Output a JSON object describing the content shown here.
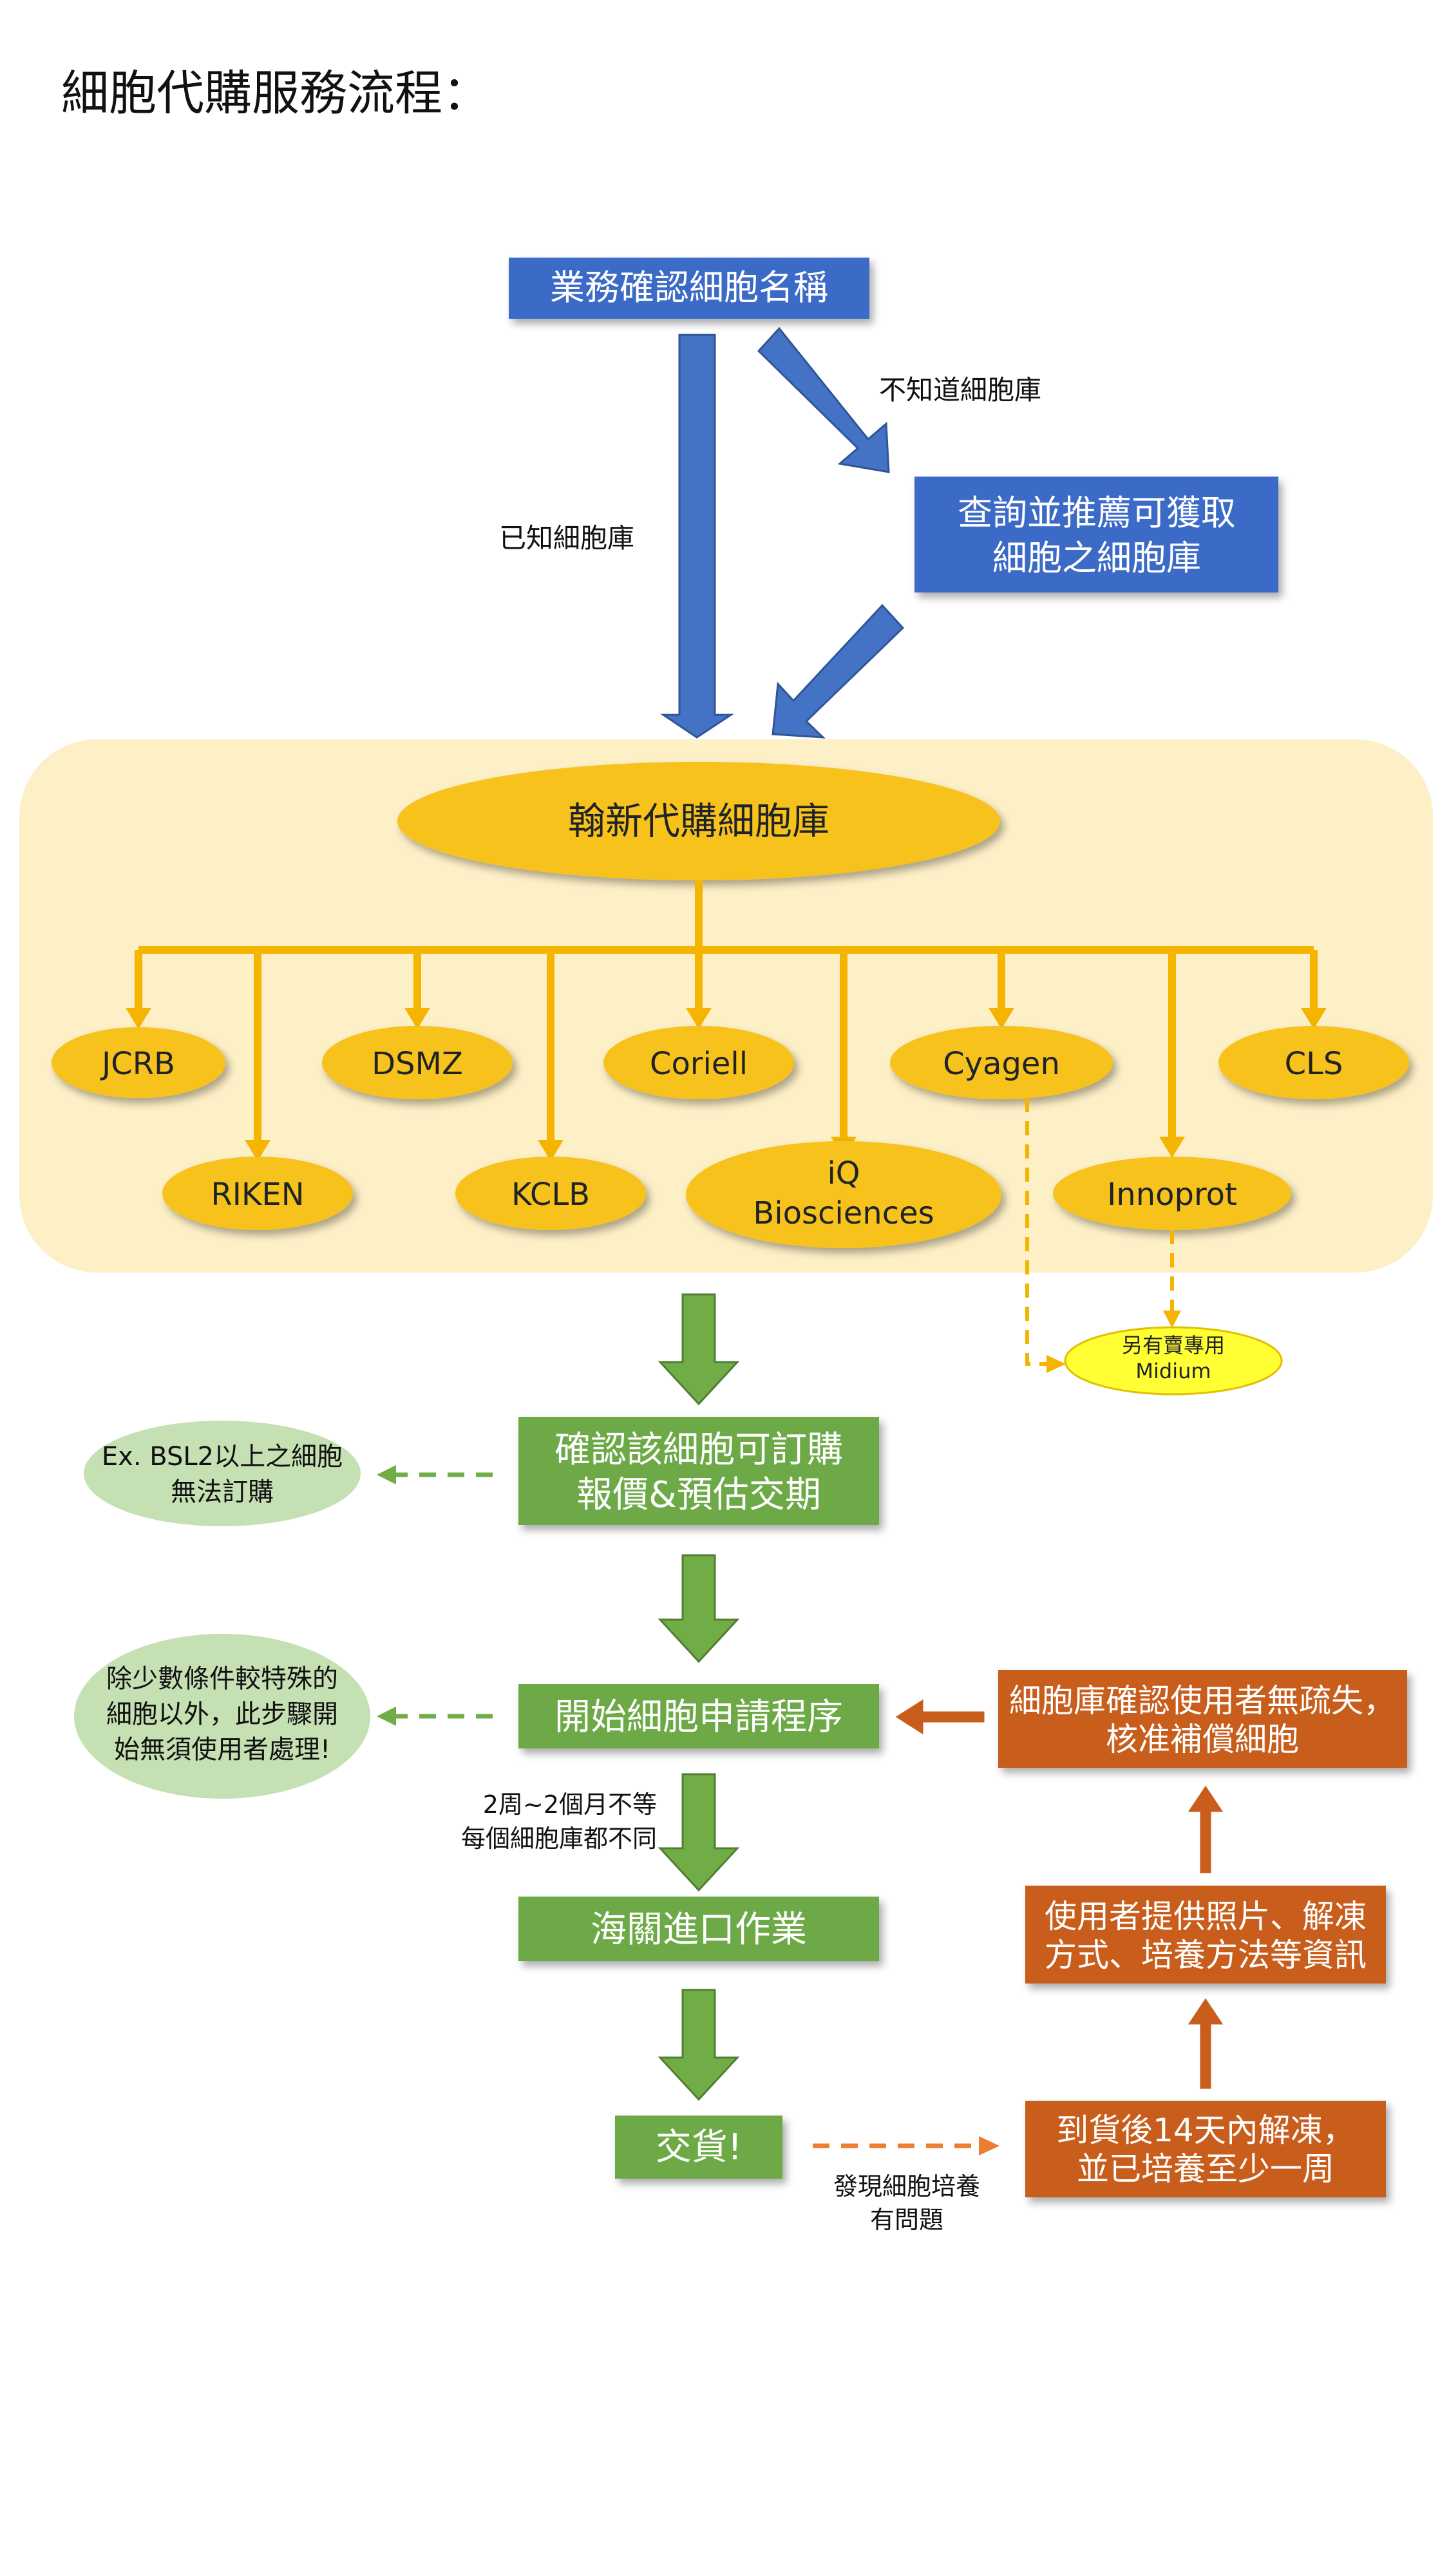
{
  "title": "細胞代購服務流程：",
  "colors": {
    "blue": "#3a6bc7",
    "gold": "#f7c21b",
    "panel": "#fdefc6",
    "green": "#6daa47",
    "light_green": "#c5e0b3",
    "orange": "#c85d1c",
    "yellow": "#ffff33"
  },
  "boxes": {
    "confirm_name": "業務確認細胞名稱",
    "query_lines": [
      "查詢並推薦可獲取",
      "細胞之細胞庫"
    ],
    "hanxin": "翰新代購細胞庫",
    "medium_lines": [
      "另有賣專用",
      "Midium"
    ],
    "orderable_lines": [
      "確認該細胞可訂購",
      "報價&預估交期"
    ],
    "application": "開始細胞申請程序",
    "customs": "海關進口作業",
    "delivery": "交貨!",
    "compensate_lines": [
      "細胞庫確認使用者無疏失，",
      "核准補償細胞"
    ],
    "provide_lines": [
      "使用者提供照片、解凍",
      "方式、培養方法等資訊"
    ],
    "thaw_lines": [
      "到貨後14天內解凍，",
      "並已培養至少一周"
    ]
  },
  "labels": {
    "unknown_bank": "不知道細胞庫",
    "known_bank": "已知細胞庫",
    "lead_time_lines": [
      "2周~2個月不等",
      "每個細胞庫都不同"
    ],
    "problem_lines": [
      "發現細胞培養",
      "有問題"
    ]
  },
  "notes": {
    "bsl2_lines": [
      "Ex. BSL2以上之細胞",
      "無法訂購"
    ],
    "special_lines": [
      "除少數條件較特殊的",
      "細胞以外，此步驟開",
      "始無須使用者處理!"
    ]
  },
  "banks": {
    "jcrb": "JCRB",
    "dsmz": "DSMZ",
    "coriell": "Coriell",
    "cyagen": "Cyagen",
    "cls": "CLS",
    "riken": "RIKEN",
    "kclb": "KCLB",
    "iq_lines": [
      "iQ",
      "Biosciences"
    ],
    "innoprot": "Innoprot"
  }
}
